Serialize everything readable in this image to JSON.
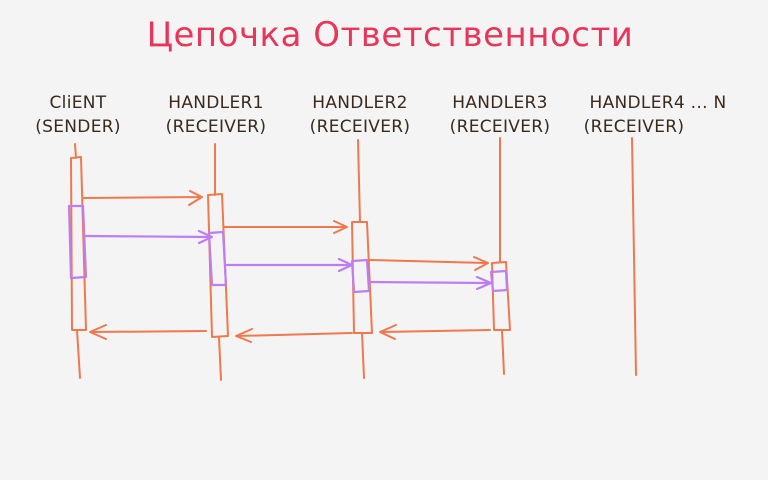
{
  "title": "Цепочка Ответственности",
  "participants": [
    {
      "name": "CliENT",
      "role": "(SENDER)"
    },
    {
      "name": "HANDLER1",
      "role": "(RECEIVER)"
    },
    {
      "name": "HANDLER2",
      "role": "(RECEIVER)"
    },
    {
      "name": "HANDLER3",
      "role": "(RECEIVER)"
    },
    {
      "name": "HANDLER4 ... N",
      "role": "(RECEIVER)"
    }
  ],
  "colors": {
    "title": "#e8365a",
    "line": "#f0784e",
    "purple": "#bd7ef0",
    "text": "#3a2a1c",
    "background": "#f4f4f4"
  }
}
